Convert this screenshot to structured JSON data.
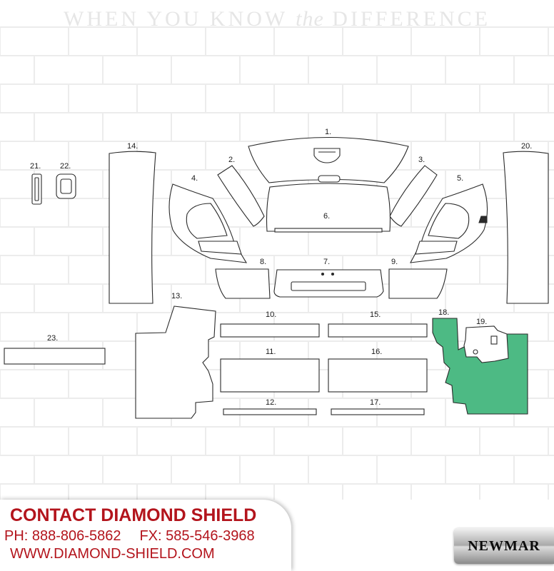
{
  "header": {
    "tagline_pre": "WHEN YOU KNOW",
    "tagline_em": "the",
    "tagline_post": "DIFFERENCE"
  },
  "parts": [
    {
      "id": "1.",
      "selected": false
    },
    {
      "id": "2.",
      "selected": false
    },
    {
      "id": "3.",
      "selected": false
    },
    {
      "id": "4.",
      "selected": false
    },
    {
      "id": "5.",
      "selected": false
    },
    {
      "id": "6.",
      "selected": false
    },
    {
      "id": "7.",
      "selected": false
    },
    {
      "id": "8.",
      "selected": false
    },
    {
      "id": "9.",
      "selected": false
    },
    {
      "id": "10.",
      "selected": false
    },
    {
      "id": "11.",
      "selected": false
    },
    {
      "id": "12.",
      "selected": false
    },
    {
      "id": "13.",
      "selected": false
    },
    {
      "id": "14.",
      "selected": false
    },
    {
      "id": "15.",
      "selected": false
    },
    {
      "id": "16.",
      "selected": false
    },
    {
      "id": "17.",
      "selected": false
    },
    {
      "id": "18.",
      "selected": true
    },
    {
      "id": "19.",
      "selected": false
    },
    {
      "id": "20.",
      "selected": false
    },
    {
      "id": "21.",
      "selected": false
    },
    {
      "id": "22.",
      "selected": false
    },
    {
      "id": "23.",
      "selected": false
    }
  ],
  "colors": {
    "highlight": "#4dba84",
    "outline": "#2a2a2a",
    "brick_line": "#ececec",
    "contact_text": "#b3141c"
  },
  "contact": {
    "title": "CONTACT DIAMOND SHIELD",
    "phone": "PH: 888-806-5862",
    "fax": "FX: 585-546-3968",
    "website": "WWW.DIAMOND-SHIELD.COM"
  },
  "brand": {
    "logo_text": "NEWMAR"
  }
}
